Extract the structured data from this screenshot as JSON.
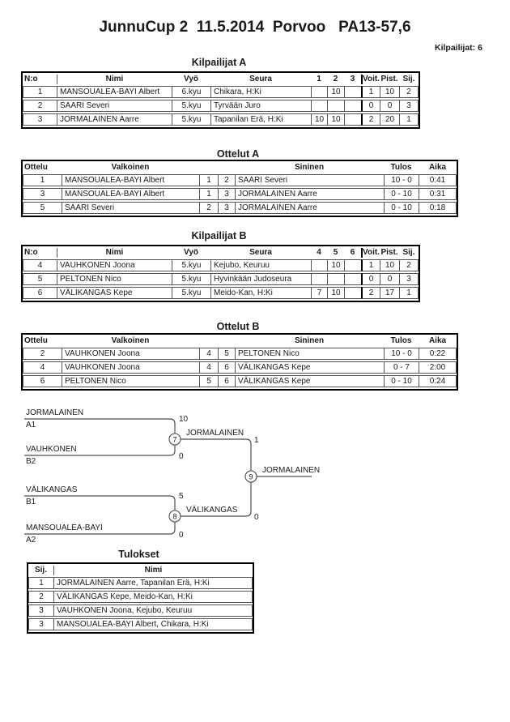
{
  "header": {
    "title": "JunnuCup 2  11.5.2014  Porvoo   PA13-57,6",
    "competitors": "Kilpailijat: 6"
  },
  "pool_a": {
    "title": "Kilpailijat A",
    "headers": {
      "no": "N:o",
      "name": "Nimi",
      "belt": "Vyö",
      "club": "Seura",
      "m1": "1",
      "m2": "2",
      "m3": "3",
      "wins": "Voit.",
      "points": "Pist.",
      "place": "Sij."
    },
    "rows": [
      {
        "no": "1",
        "name": "MANSOUALEA-BAYI Albert",
        "belt": "6.kyu",
        "club": "Chikara, H:Ki",
        "m1": "",
        "m2": "10",
        "m3": "",
        "wins": "1",
        "points": "10",
        "place": "2"
      },
      {
        "no": "2",
        "name": "SAARI Severi",
        "belt": "5.kyu",
        "club": "Tyrvään Juro",
        "m1": "",
        "m2": "",
        "m3": "",
        "wins": "0",
        "points": "0",
        "place": "3"
      },
      {
        "no": "3",
        "name": "JORMALAINEN Aarre",
        "belt": "5.kyu",
        "club": "Tapanilan Erä, H:Ki",
        "m1": "10",
        "m2": "10",
        "m3": "",
        "wins": "2",
        "points": "20",
        "place": "1"
      }
    ]
  },
  "matches_a": {
    "title": "Ottelut A",
    "headers": {
      "match": "Ottelu",
      "white": "Valkoinen",
      "blue": "Sininen",
      "result": "Tulos",
      "time": "Aika"
    },
    "rows": [
      {
        "no": "1",
        "white": "MANSOUALEA-BAYI Albert",
        "wno": "1",
        "bno": "2",
        "blue": "SAARI Severi",
        "result": "10 - 0",
        "time": "0:41"
      },
      {
        "no": "3",
        "white": "MANSOUALEA-BAYI Albert",
        "wno": "1",
        "bno": "3",
        "blue": "JORMALAINEN Aarre",
        "result": "0 - 10",
        "time": "0:31"
      },
      {
        "no": "5",
        "white": "SAARI Severi",
        "wno": "2",
        "bno": "3",
        "blue": "JORMALAINEN Aarre",
        "result": "0 - 10",
        "time": "0:18"
      }
    ]
  },
  "pool_b": {
    "title": "Kilpailijat B",
    "headers": {
      "no": "N:o",
      "name": "Nimi",
      "belt": "Vyö",
      "club": "Seura",
      "m1": "4",
      "m2": "5",
      "m3": "6",
      "wins": "Voit.",
      "points": "Pist.",
      "place": "Sij."
    },
    "rows": [
      {
        "no": "4",
        "name": "VAUHKONEN Joona",
        "belt": "5.kyu",
        "club": "Kejubo, Keuruu",
        "m1": "",
        "m2": "10",
        "m3": "",
        "wins": "1",
        "points": "10",
        "place": "2"
      },
      {
        "no": "5",
        "name": "PELTONEN Nico",
        "belt": "5.kyu",
        "club": "Hyvinkään Judoseura",
        "m1": "",
        "m2": "",
        "m3": "",
        "wins": "0",
        "points": "0",
        "place": "3"
      },
      {
        "no": "6",
        "name": "VÄLIKANGAS Kepe",
        "belt": "5.kyu",
        "club": "Meido-Kan, H:Ki",
        "m1": "7",
        "m2": "10",
        "m3": "",
        "wins": "2",
        "points": "17",
        "place": "1"
      }
    ]
  },
  "matches_b": {
    "title": "Ottelut B",
    "headers": {
      "match": "Ottelu",
      "white": "Valkoinen",
      "blue": "Sininen",
      "result": "Tulos",
      "time": "Aika"
    },
    "rows": [
      {
        "no": "2",
        "white": "VAUHKONEN Joona",
        "wno": "4",
        "bno": "5",
        "blue": "PELTONEN Nico",
        "result": "10 - 0",
        "time": "0:22"
      },
      {
        "no": "4",
        "white": "VAUHKONEN Joona",
        "wno": "4",
        "bno": "6",
        "blue": "VÄLIKANGAS Kepe",
        "result": "0 - 7",
        "time": "2:00"
      },
      {
        "no": "6",
        "white": "PELTONEN Nico",
        "wno": "5",
        "bno": "6",
        "blue": "VÄLIKANGAS Kepe",
        "result": "0 - 10",
        "time": "0:24"
      }
    ]
  },
  "bracket": {
    "sf1": {
      "top_name": "JORMALAINEN",
      "top_seed": "A1",
      "top_score": "10",
      "bottom_name": "VAUHKONEN",
      "bottom_seed": "B2",
      "bottom_score": "0",
      "match_no": "7",
      "winner": "JORMALAINEN",
      "winner_score": "1"
    },
    "sf2": {
      "top_name": "VÄLIKANGAS",
      "top_seed": "B1",
      "top_score": "5",
      "bottom_name": "MANSOUALEA-BAYI",
      "bottom_seed": "A2",
      "bottom_score": "0",
      "match_no": "8",
      "winner": "VÄLIKANGAS",
      "winner_score": "0"
    },
    "final": {
      "match_no": "9",
      "winner": "JORMALAINEN"
    }
  },
  "results": {
    "title": "Tulokset",
    "headers": {
      "place": "Sij.",
      "name": "Nimi"
    },
    "rows": [
      {
        "place": "1",
        "name": "JORMALAINEN Aarre, Tapanilan Erä, H:Ki"
      },
      {
        "place": "2",
        "name": "VÄLIKANGAS Kepe, Meido-Kan, H:Ki"
      },
      {
        "place": "3",
        "name": "VAUHKONEN Joona, Kejubo, Keuruu"
      },
      {
        "place": "3",
        "name": "MANSOUALEA-BAYI Albert, Chikara, H:Ki"
      }
    ]
  }
}
